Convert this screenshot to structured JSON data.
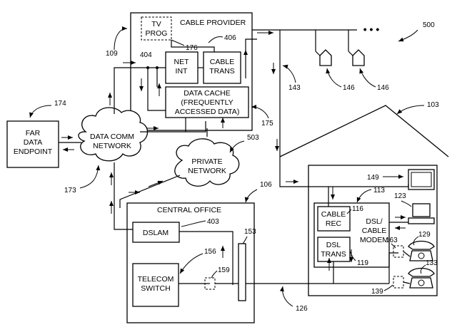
{
  "figure_ref": "500",
  "cable_provider": {
    "title": "CABLE PROVIDER",
    "tv_prog_line1": "TV",
    "tv_prog_line2": "PROG",
    "net_int_line1": "NET",
    "net_int_line2": "INT",
    "cable_trans_line1": "CABLE",
    "cable_trans_line2": "TRANS",
    "data_cache_line1": "DATA CACHE",
    "data_cache_line2": "(FREQUENTLY",
    "data_cache_line3": "ACCESSED DATA)"
  },
  "far_endpoint": {
    "line1": "FAR",
    "line2": "DATA",
    "line3": "ENDPOINT"
  },
  "data_comm": {
    "line1": "DATA COMM",
    "line2": "NETWORK"
  },
  "private_net": {
    "line1": "PRIVATE",
    "line2": "NETWORK"
  },
  "central_office": {
    "title": "CENTRAL OFFICE",
    "dslam": "DSLAM",
    "telecom_line1": "TELECOM",
    "telecom_line2": "SWITCH"
  },
  "home": {
    "cable_rec_line1": "CABLE",
    "cable_rec_line2": "REC",
    "dsl_trans_line1": "DSL",
    "dsl_trans_line2": "TRANS",
    "modem_line1": "DSL/",
    "modem_line2": "CABLE",
    "modem_line3": "MODEM"
  },
  "refs": {
    "r109": "109",
    "r176": "176",
    "r406": "406",
    "r404": "404",
    "r174": "174",
    "r173": "173",
    "r175": "175",
    "r143": "143",
    "r146a": "146",
    "r146b": "146",
    "r103": "103",
    "r503": "503",
    "r106": "106",
    "r403": "403",
    "r153": "153",
    "r156": "156",
    "r159": "159",
    "r126": "126",
    "r149": "149",
    "r113": "113",
    "r116": "116",
    "r123": "123",
    "r129": "129",
    "r163": "163",
    "r119": "119",
    "r133": "133",
    "r139": "139"
  },
  "ellipsis": "• • •"
}
